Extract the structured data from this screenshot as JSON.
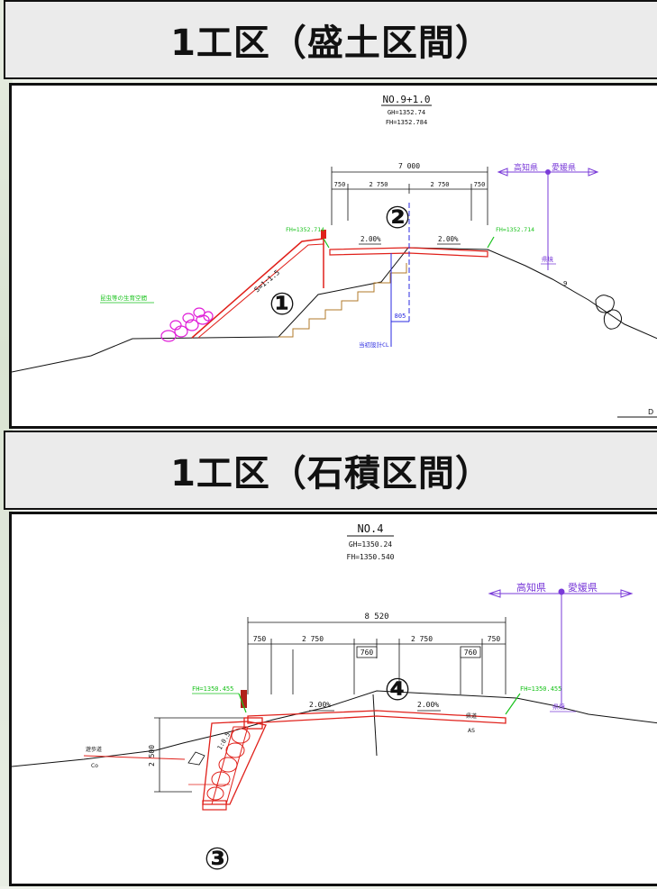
{
  "section1": {
    "title": "1工区（盛土区間）",
    "station": "NO.9+1.0",
    "gh": "GH=1352.74",
    "fh": "FH=1352.784",
    "width_total": "7 000",
    "widths": [
      "750",
      "2 750",
      "2 750",
      "750"
    ],
    "fh_left": "FH=1352.714",
    "fh_right": "FH=1352.714",
    "slope_left": "2.00%",
    "slope_right": "2.00%",
    "slope_ratio": "S=1:1.5",
    "offset": "805",
    "design_cl": "当初設計CL",
    "habitat_label": "昆虫等の生育空間",
    "pref_left": "高知県",
    "pref_right": "愛媛県",
    "border_label": "県境",
    "small_9": "9",
    "corner_d": "D",
    "marker1": "①",
    "marker2": "②"
  },
  "section2": {
    "title": "1工区（石積区間）",
    "station": "NO.4",
    "gh": "GH=1350.24",
    "fh": "FH=1350.540",
    "width_total": "8 520",
    "widths": [
      "750",
      "2 750",
      "2 750",
      "750"
    ],
    "inner_left": "760",
    "inner_right": "760",
    "fh_left": "FH=1350.455",
    "fh_right": "FH=1350.455",
    "slope_left": "2.00%",
    "slope_right": "2.00%",
    "wall_slope": "1:0.5",
    "height_dim": "2 500",
    "footpath": "遊歩道",
    "footpath_mat": "Co",
    "road": "県道",
    "road_mat": "AS",
    "pref_left": "高知県",
    "pref_right": "愛媛県",
    "border_label": "県境",
    "marker3": "③",
    "marker4": "④"
  },
  "colors": {
    "red": "#e0201a",
    "green": "#19c21c",
    "purple": "#7a3bd8",
    "blue": "#2a2ae0",
    "magenta": "#e020d8",
    "brown": "#b07a2a"
  }
}
